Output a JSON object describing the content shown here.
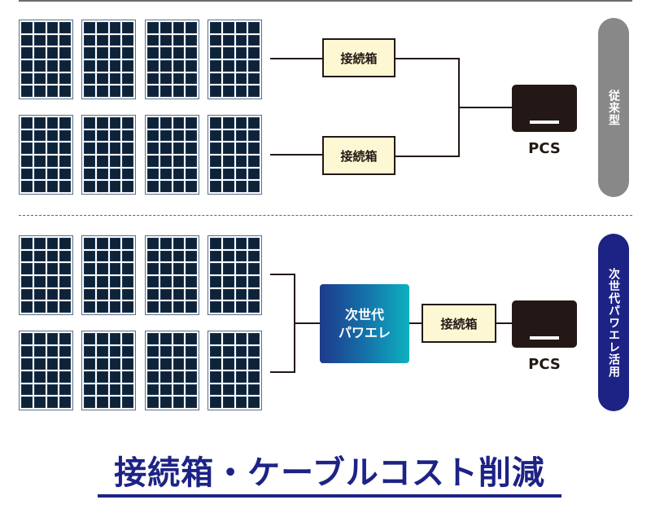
{
  "colors": {
    "panel_cell": "#0e2238",
    "junction_box_fill": "#fdf8d3",
    "pcs_fill": "#231815",
    "conventional_pill": "#888888",
    "next_gen_pill": "#1d2385",
    "headline": "#1d2385",
    "power_electronics_gradient": [
      "#1e3a8c",
      "#0eb0c0"
    ]
  },
  "conventional": {
    "label": "従来型",
    "junction_boxes": [
      "接続箱",
      "接続箱"
    ],
    "pcs_label": "PCS",
    "panel_rows": 2,
    "panels_per_row": 4
  },
  "next_gen": {
    "label": "次世代パワエレ活用",
    "power_electronics_line1": "次世代",
    "power_electronics_line2": "パワエレ",
    "junction_box": "接続箱",
    "pcs_label": "PCS",
    "panel_rows": 2,
    "panels_per_row": 4
  },
  "headline": "接続箱・ケーブルコスト削減"
}
